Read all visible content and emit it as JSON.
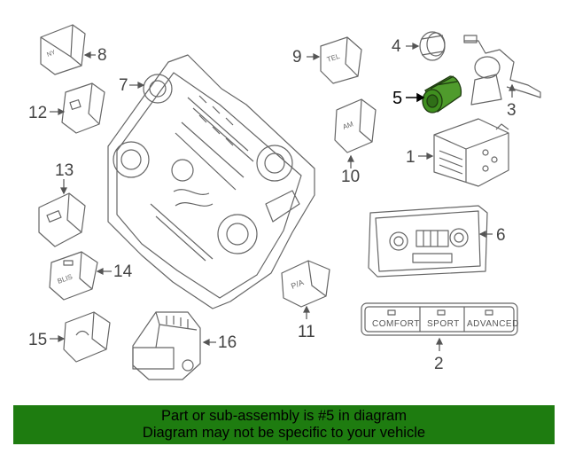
{
  "callouts": [
    "1",
    "2",
    "3",
    "4",
    "5",
    "6",
    "7",
    "8",
    "9",
    "10",
    "11",
    "12",
    "13",
    "14",
    "15",
    "16"
  ],
  "highlighted_part": "5",
  "button_labels": {
    "comfort": "COMFORT",
    "sport": "SPORT",
    "advanced": "ADVANCED",
    "tel": "TEL",
    "am": "AM",
    "pa": "P/A",
    "blis": "BLIS",
    "ny": "NY"
  },
  "banner": {
    "line1": "Part or sub-assembly is #5 in diagram",
    "line2": "Diagram may not be specific to your vehicle"
  },
  "colors": {
    "highlight": "#3f8f1f",
    "banner": "#1e7c10",
    "linework": "#666666"
  }
}
